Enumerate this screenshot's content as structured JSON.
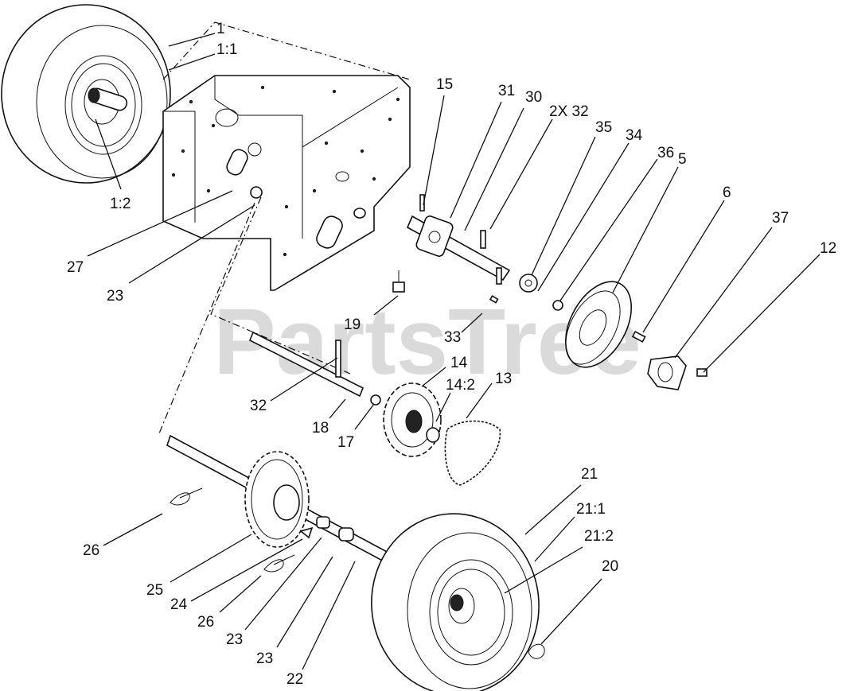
{
  "watermark": {
    "text": "PartsTree",
    "mark": "®"
  },
  "callouts": [
    {
      "id": "c-1",
      "text": "1"
    },
    {
      "id": "c-1-1",
      "text": "1:1"
    },
    {
      "id": "c-1-2",
      "text": "1:2"
    },
    {
      "id": "c-27",
      "text": "27"
    },
    {
      "id": "c-23a",
      "text": "23"
    },
    {
      "id": "c-15",
      "text": "15"
    },
    {
      "id": "c-31",
      "text": "31"
    },
    {
      "id": "c-30",
      "text": "30"
    },
    {
      "id": "c-2x32",
      "text": "2X 32"
    },
    {
      "id": "c-35",
      "text": "35"
    },
    {
      "id": "c-34",
      "text": "34"
    },
    {
      "id": "c-36",
      "text": "36"
    },
    {
      "id": "c-5",
      "text": "5"
    },
    {
      "id": "c-6",
      "text": "6"
    },
    {
      "id": "c-37",
      "text": "37"
    },
    {
      "id": "c-12",
      "text": "12"
    },
    {
      "id": "c-19",
      "text": "19"
    },
    {
      "id": "c-33",
      "text": "33"
    },
    {
      "id": "c-14",
      "text": "14"
    },
    {
      "id": "c-14-2",
      "text": "14:2"
    },
    {
      "id": "c-13",
      "text": "13"
    },
    {
      "id": "c-32",
      "text": "32"
    },
    {
      "id": "c-18",
      "text": "18"
    },
    {
      "id": "c-17",
      "text": "17"
    },
    {
      "id": "c-21",
      "text": "21"
    },
    {
      "id": "c-21-1",
      "text": "21:1"
    },
    {
      "id": "c-21-2",
      "text": "21:2"
    },
    {
      "id": "c-20",
      "text": "20"
    },
    {
      "id": "c-26a",
      "text": "26"
    },
    {
      "id": "c-25",
      "text": "25"
    },
    {
      "id": "c-24",
      "text": "24"
    },
    {
      "id": "c-26b",
      "text": "26"
    },
    {
      "id": "c-23b",
      "text": "23"
    },
    {
      "id": "c-23c",
      "text": "23"
    },
    {
      "id": "c-22",
      "text": "22"
    }
  ]
}
